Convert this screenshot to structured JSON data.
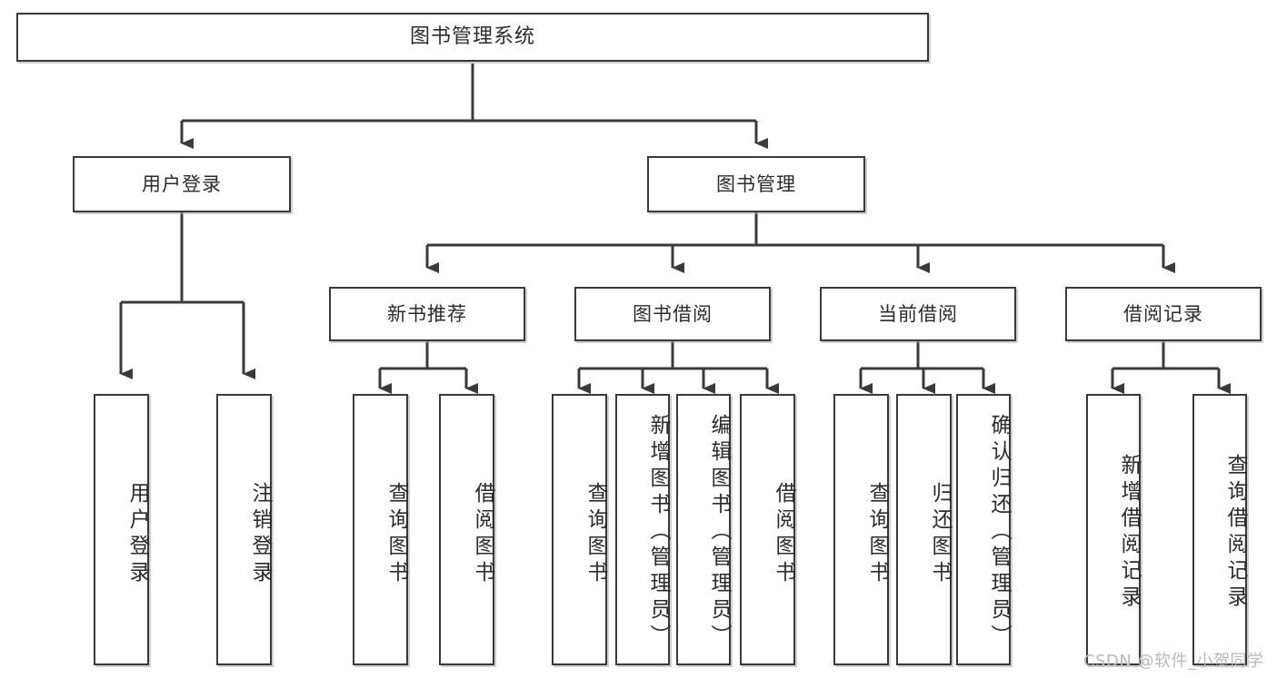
{
  "diagram": {
    "title": "图书管理系统",
    "type": "hierarchy-tree",
    "watermark": "CSDN @软件_小贺同学",
    "colors": {
      "background": "#ffffff",
      "node_border": "#3a3a3a",
      "node_fill": "#ffffff",
      "edge": "#3a3a3a",
      "text": "#2b2b2b",
      "watermark": "#b9b9b9"
    },
    "levels": {
      "root": {
        "label": "图书管理系统"
      },
      "level2": [
        {
          "id": "user-login",
          "label": "用户登录"
        },
        {
          "id": "book-management",
          "label": "图书管理"
        }
      ],
      "level3": [
        {
          "id": "new-book-recommend",
          "label": "新书推荐",
          "parent": "book-management"
        },
        {
          "id": "book-borrow",
          "label": "图书借阅",
          "parent": "book-management"
        },
        {
          "id": "current-borrow",
          "label": "当前借阅",
          "parent": "book-management"
        },
        {
          "id": "borrow-record",
          "label": "借阅记录",
          "parent": "book-management"
        }
      ],
      "leaves": [
        {
          "id": "leaf-user-login",
          "label": "用户登录",
          "parent": "user-login"
        },
        {
          "id": "leaf-logout",
          "label": "注销登录",
          "parent": "user-login"
        },
        {
          "id": "leaf-query-book-1",
          "label": "查询图书",
          "parent": "new-book-recommend"
        },
        {
          "id": "leaf-borrow-book-1",
          "label": "借阅图书",
          "parent": "new-book-recommend"
        },
        {
          "id": "leaf-query-book-2",
          "label": "查询图书",
          "parent": "book-borrow"
        },
        {
          "id": "leaf-add-book",
          "label": "新增图书（管理员）",
          "parent": "book-borrow"
        },
        {
          "id": "leaf-edit-book",
          "label": "编辑图书（管理员）",
          "parent": "book-borrow"
        },
        {
          "id": "leaf-borrow-book-2",
          "label": "借阅图书",
          "parent": "book-borrow"
        },
        {
          "id": "leaf-query-book-3",
          "label": "查询图书",
          "parent": "current-borrow"
        },
        {
          "id": "leaf-return-book",
          "label": "归还图书",
          "parent": "current-borrow"
        },
        {
          "id": "leaf-confirm-return",
          "label": "确认归还（管理员）",
          "parent": "current-borrow"
        },
        {
          "id": "leaf-add-record",
          "label": "新增借阅记录",
          "parent": "borrow-record"
        },
        {
          "id": "leaf-query-record",
          "label": "查询借阅记录",
          "parent": "borrow-record"
        }
      ]
    }
  }
}
